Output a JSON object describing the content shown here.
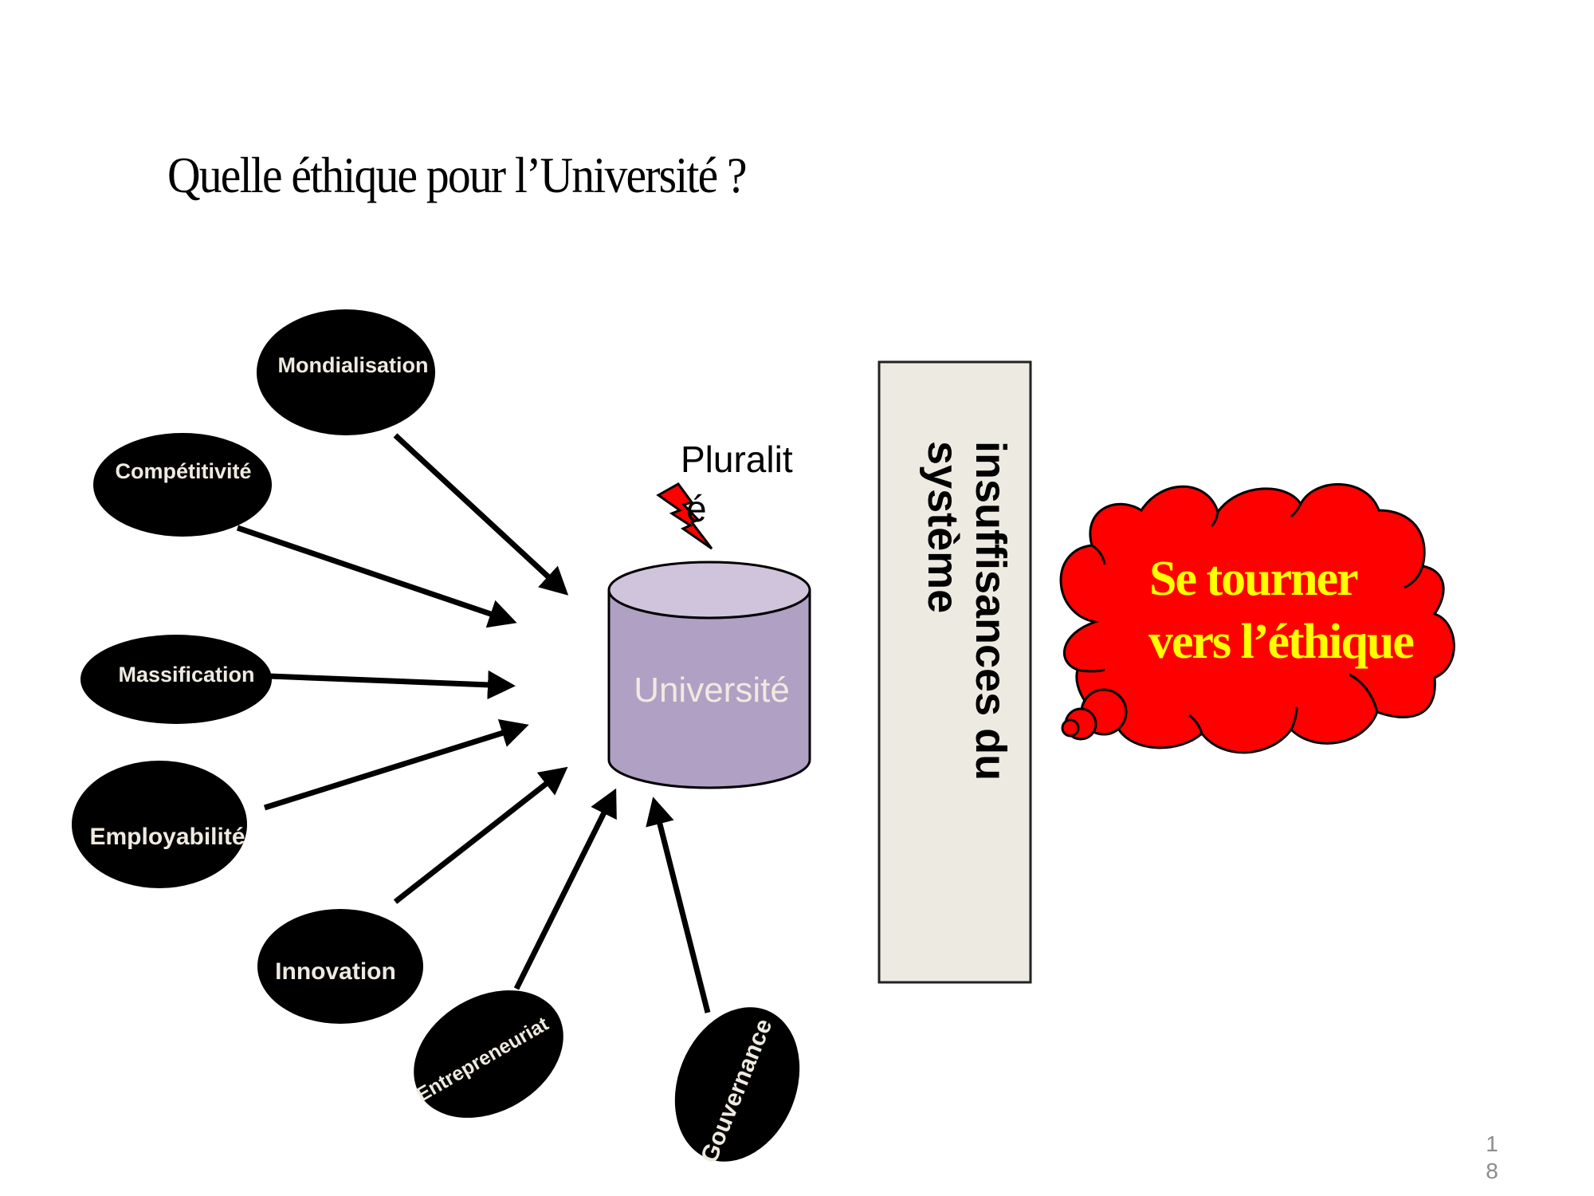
{
  "slide": {
    "title": "Quelle éthique pour l’Université ?",
    "page_number": "18"
  },
  "colors": {
    "oval_fill": "#000000",
    "oval_text": "#efeae0",
    "cylinder_side": "#b0a0c4",
    "cylinder_top": "#d0c4dd",
    "box_fill": "#edeae1",
    "cloud_fill": "#ff0000",
    "cloud_text": "#ffff00",
    "bolt_fill": "#ff0000"
  },
  "factors": [
    {
      "id": "mondialisation",
      "label": "Mondialisation"
    },
    {
      "id": "competitivite",
      "label": "Compétitivité"
    },
    {
      "id": "massification",
      "label": "Massification"
    },
    {
      "id": "employabilite",
      "label": "Employabilité"
    },
    {
      "id": "innovation",
      "label": "Innovation"
    },
    {
      "id": "entrepreneuriat",
      "label": "Entrepreneuriat"
    },
    {
      "id": "gouvernance",
      "label": "Gouvernance"
    }
  ],
  "center": {
    "label": "Université",
    "annotation_line1": "Pluralit",
    "annotation_line2": "é"
  },
  "side_box": {
    "line1": "insuffisances du",
    "line2": "système"
  },
  "cloud": {
    "line1": "Se tourner",
    "line2": "vers l’éthique"
  }
}
